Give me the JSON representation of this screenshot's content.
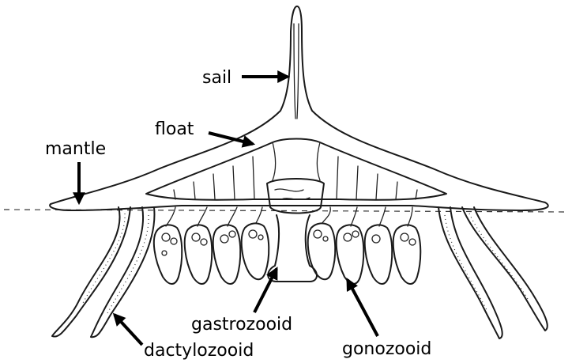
{
  "labels": {
    "sail": "sail",
    "float": "float",
    "mantle": "mantle",
    "gastrozooid": "gastrozooid",
    "dactylozooid": "dactylozooid",
    "gonozooid": "gonozooid"
  }
}
